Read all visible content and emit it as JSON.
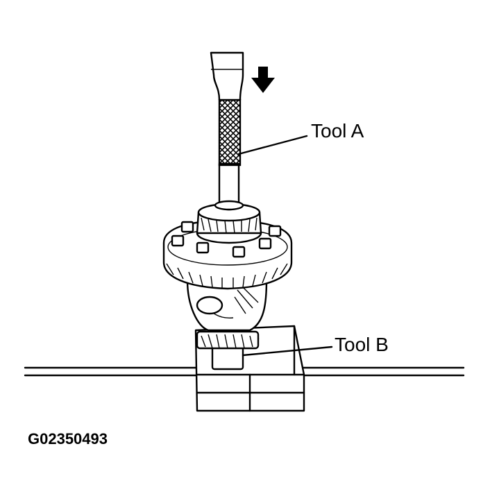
{
  "labels": {
    "tool_a": "Tool A",
    "tool_b": "Tool B",
    "figure_id": "G02350493"
  },
  "icons": {
    "direction": "arrow-down-icon"
  },
  "colors": {
    "ink": "#000000",
    "paper": "#ffffff"
  }
}
